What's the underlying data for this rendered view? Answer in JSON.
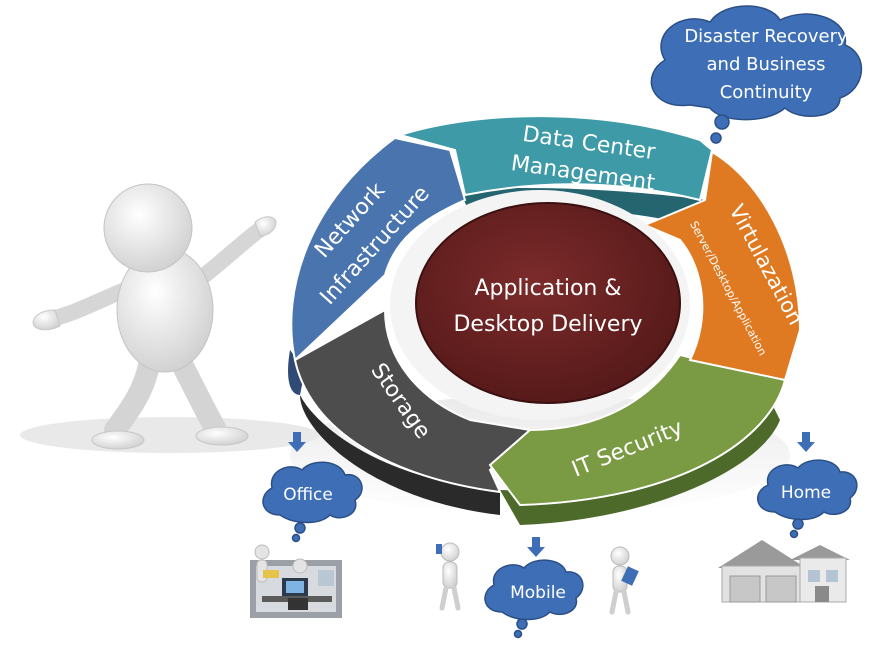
{
  "center": {
    "line1": "Application &",
    "line2": "Desktop Delivery",
    "color": "#6b2323"
  },
  "segments": [
    {
      "id": "data-center",
      "line1": "Data Center",
      "line2": "Management",
      "color": "#3d9aa6"
    },
    {
      "id": "network",
      "line1": "Network",
      "line2": "Infrastructure",
      "color": "#4a74ad"
    },
    {
      "id": "storage",
      "line1": "Storage",
      "color": "#4d4d4d"
    },
    {
      "id": "security",
      "line1": "IT Security",
      "color": "#7a9a43"
    },
    {
      "id": "virtual",
      "line1": "Virtulazation",
      "sub": "Server/Desktop/Application",
      "color": "#e07a22"
    }
  ],
  "clouds": {
    "disaster": {
      "line1": "Disaster Recovery",
      "line2": "and Business",
      "line3": "Continuity"
    },
    "office": "Office",
    "mobile": "Mobile",
    "home": "Home",
    "color": "#3e6fb6"
  },
  "arrow_color": "#3e6fb6"
}
